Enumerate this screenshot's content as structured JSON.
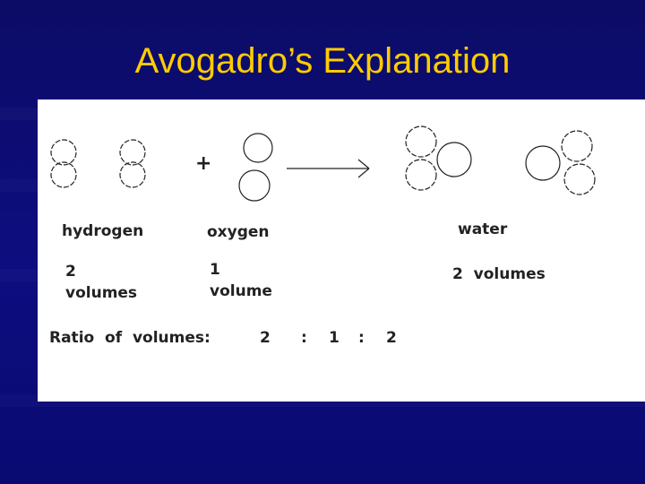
{
  "slide": {
    "title": "Avogadro’s Explanation"
  },
  "diagram": {
    "plus_sign": "+",
    "reactants": [
      {
        "label": "hydrogen",
        "amount": "2",
        "unit": "volumes"
      },
      {
        "label": "oxygen",
        "amount": "1",
        "unit": "volume"
      }
    ],
    "product": {
      "label": "water",
      "amount_text": "2  volumes"
    },
    "ratio": {
      "label": "Ratio  of  volumes:",
      "values": [
        "2",
        "1",
        "2"
      ],
      "separator": ":"
    }
  },
  "colors": {
    "background": "#0b0b70",
    "title": "#ffcc00",
    "panel": "#ffffff",
    "ink": "#222222"
  }
}
